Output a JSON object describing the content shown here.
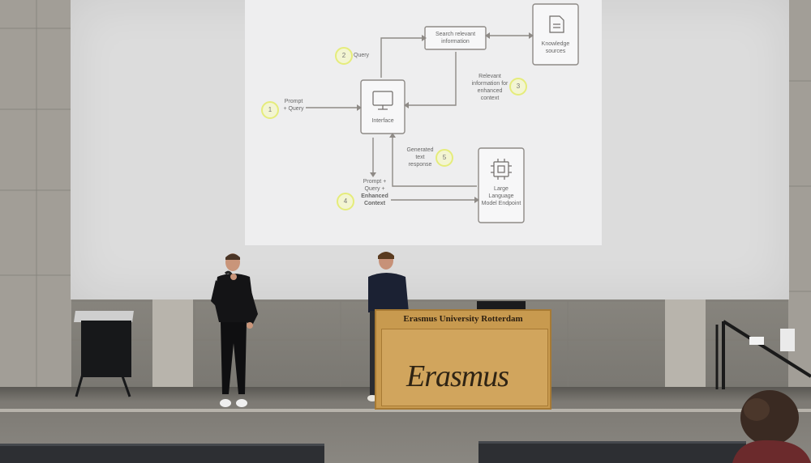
{
  "slide": {
    "node_search": "Search relevant information",
    "node_knowledge": "Knowledge sources",
    "node_interface": "Interface",
    "node_llm": "Large Language Model Endpoint",
    "step1_label": "Prompt + Query",
    "step2_label": "Query",
    "step3_label": "Relevant information for enhanced context",
    "step4_label_a": "Prompt + Query +",
    "step4_label_b": "Enhanced Context",
    "step5_label": "Generated text response",
    "numbers": [
      "1",
      "2",
      "3",
      "4",
      "5"
    ]
  },
  "podium": {
    "title": "Erasmus University Rotterdam",
    "logo": "Erasmus"
  },
  "colors": {
    "slide_bg": "#eeeeef",
    "step_badge": "#e5ec7b",
    "podium_wood": "#c89a4f",
    "wall_concrete": "#9b978f"
  }
}
